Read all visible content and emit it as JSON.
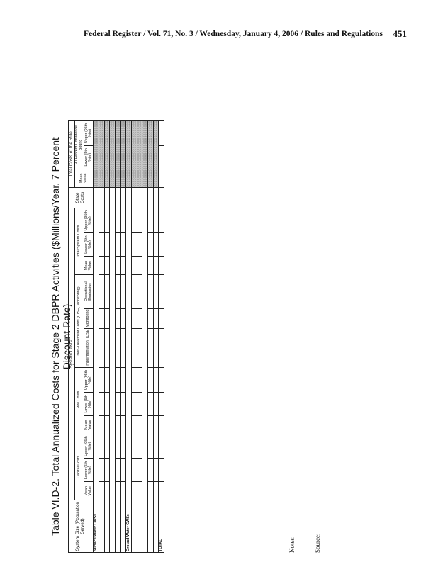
{
  "header": {
    "running_head": "Federal Register / Vol. 71, No. 3 / Wednesday, January 4, 2006 / Rules and Regulations",
    "page_number": "451"
  },
  "table": {
    "title": "Table VI.D-2. Total Annualized Costs for Stage 2 DBPR Activities ($Millions/Year, 7 Percent Discount Rate)",
    "col_headers": {
      "system_size": "System Size (Population Served)",
      "system_costs": "System Costs",
      "capital": "Capital Costs",
      "om": "O&M Costs",
      "nontreatment": "Non-Treatment Costs (IDSE, Monitoring)",
      "total_system": "Total System Costs",
      "state": "State Costs",
      "total_rule": "Total Costs of the Rule",
      "ci": "90 Percent Confidence Bound",
      "mean": "Mean Value",
      "lower": "Lower (5th %ile)",
      "upper": "Upper (95th %ile)",
      "implementation": "Implementation",
      "idse": "IDSE",
      "monitoring_plans": "Monitoring Plans",
      "monitoring": "Monitoring",
      "operational": "Operational Evaluation"
    },
    "row_labels": {
      "cat_surface": "Surface Water CWSs",
      "cat_ground": "Ground Water CWSs",
      "total": "TOTAL"
    }
  },
  "notes": {
    "label_notes": "Notes:",
    "label_source": "Source:"
  }
}
